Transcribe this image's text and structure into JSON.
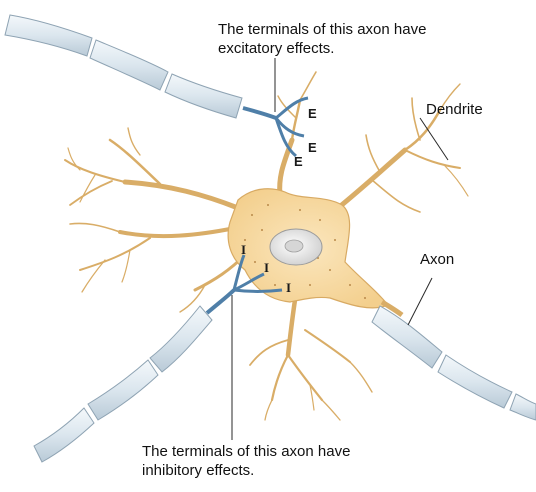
{
  "labels": {
    "excitatory_line1": "The terminals of this axon have",
    "excitatory_line2": "excitatory effects.",
    "inhibitory_line1": "The terminals of this axon have",
    "inhibitory_line2": "inhibitory effects.",
    "dendrite": "Dendrite",
    "axon": "Axon"
  },
  "markers": {
    "excitatory": "E",
    "inhibitory": "I"
  },
  "colors": {
    "cell_body": "#f7d9a3",
    "cell_outline": "#d8aa63",
    "myelin": "#dfe8ef",
    "axon_terminal": "#4f7fa8",
    "nucleus": "#e8e4dc"
  }
}
